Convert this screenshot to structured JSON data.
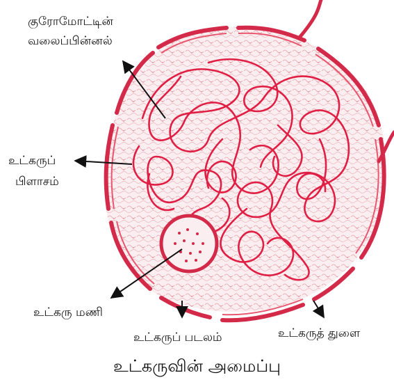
{
  "labels": {
    "chromatin_line1": "குரோமோட்டின்",
    "chromatin_line2": "வலைப்பின்னல்",
    "nucleoplasm_line1": "உட்கருப்",
    "nucleoplasm_line2": "பிளாசம்",
    "nucleolus": "உட்கரு மணி",
    "nuclear_membrane": "உட்கருப் படலம்",
    "nuclear_pore": "உட்கருத் துளை"
  },
  "caption": "உட்கருவின் அமைப்பு",
  "colors": {
    "membrane": "#d42a4a",
    "chromatin": "#e01f45",
    "nucleoplasm_texture": "#e8a0a8",
    "background": "#ffffff",
    "arrow": "#111111"
  }
}
